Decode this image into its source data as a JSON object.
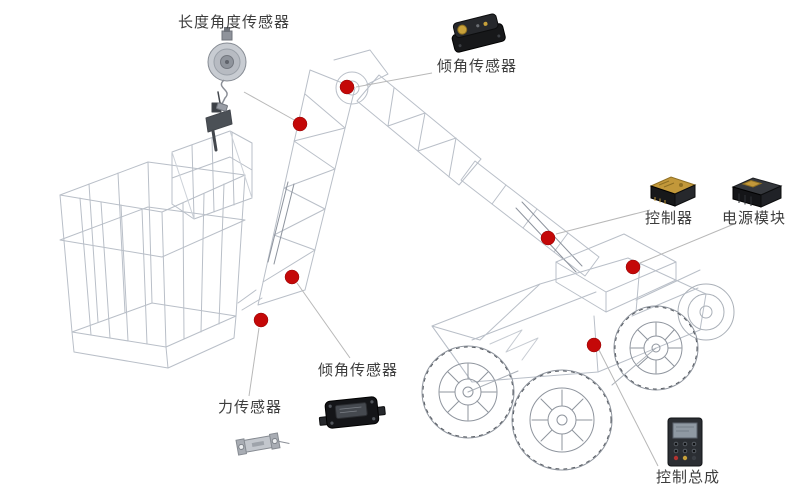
{
  "scene": {
    "subject": "articulated-boom-lift-wireframe",
    "marker_count": 7
  },
  "colors": {
    "background": "#ffffff",
    "marker": "#c40808",
    "leader_line": "#b8b8b8",
    "wireframe": "#b9bfc8",
    "label_text": "#3d3d3d",
    "accent_gold": "#c2983a"
  },
  "callouts": {
    "length_angle_sensor": {
      "label": "长度角度传感器",
      "icon": "cable-reel-sensor-image"
    },
    "tilt_sensor_top": {
      "label": "倾角传感器",
      "icon": "tilt-sensor-top-image"
    },
    "controller": {
      "label": "控制器",
      "icon": "controller-image"
    },
    "power_module": {
      "label": "电源模块",
      "icon": "power-module-image"
    },
    "tilt_sensor_bottom": {
      "label": "倾角传感器",
      "icon": "tilt-sensor-bottom-image"
    },
    "force_sensor": {
      "label": "力传感器",
      "icon": "force-sensor-image"
    },
    "control_assembly": {
      "label": "控制总成",
      "icon": "control-panel-image"
    }
  }
}
